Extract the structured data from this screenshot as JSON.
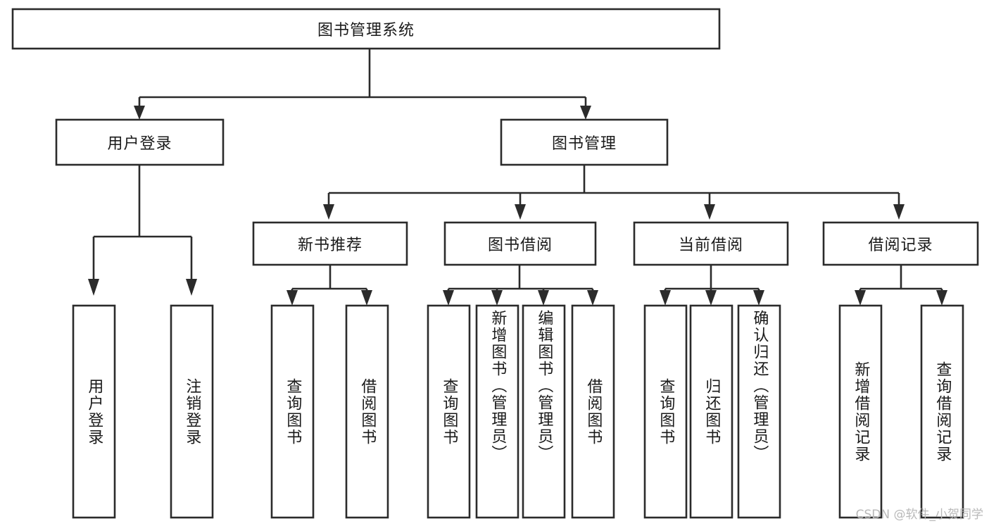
{
  "diagram": {
    "title": "图书管理系统",
    "type": "hierarchy-tree",
    "watermark": "CSDN @软件_小贺同学",
    "colors": {
      "stroke": "#2b2b2b",
      "box_fill": "#ffffff",
      "text": "#1a1a1a",
      "background": "#ffffff",
      "watermark": "#b9b9b9"
    },
    "nodes": {
      "root": {
        "label": "图书管理系统",
        "level": 1,
        "orientation": "horizontal"
      },
      "l2": [
        {
          "id": "user-login",
          "label": "用户登录",
          "level": 2,
          "orientation": "horizontal"
        },
        {
          "id": "book-manage",
          "label": "图书管理",
          "level": 2,
          "orientation": "horizontal"
        }
      ],
      "l3": [
        {
          "id": "new-book-rec",
          "label": "新书推荐",
          "level": 3,
          "orientation": "horizontal"
        },
        {
          "id": "book-borrow",
          "label": "图书借阅",
          "level": 3,
          "orientation": "horizontal"
        },
        {
          "id": "current-borrow",
          "label": "当前借阅",
          "level": 3,
          "orientation": "horizontal"
        },
        {
          "id": "borrow-record",
          "label": "借阅记录",
          "level": 3,
          "orientation": "horizontal"
        }
      ],
      "leaves": [
        {
          "id": "leaf-user-login",
          "label": "用户登录",
          "parent": "user-login",
          "orientation": "vertical"
        },
        {
          "id": "leaf-logout",
          "label": "注销登录",
          "parent": "user-login",
          "orientation": "vertical"
        },
        {
          "id": "leaf-query-book-1",
          "label": "查询图书",
          "parent": "new-book-rec",
          "orientation": "vertical"
        },
        {
          "id": "leaf-borrow-book-1",
          "label": "借阅图书",
          "parent": "new-book-rec",
          "orientation": "vertical"
        },
        {
          "id": "leaf-query-book-2",
          "label": "查询图书",
          "parent": "book-borrow",
          "orientation": "vertical"
        },
        {
          "id": "leaf-add-book",
          "label": "新增图书（管理员）",
          "parent": "book-borrow",
          "orientation": "vertical"
        },
        {
          "id": "leaf-edit-book",
          "label": "编辑图书（管理员）",
          "parent": "book-borrow",
          "orientation": "vertical"
        },
        {
          "id": "leaf-borrow-book-2",
          "label": "借阅图书",
          "parent": "book-borrow",
          "orientation": "vertical"
        },
        {
          "id": "leaf-query-book-3",
          "label": "查询图书",
          "parent": "current-borrow",
          "orientation": "vertical"
        },
        {
          "id": "leaf-return-book",
          "label": "归还图书",
          "parent": "current-borrow",
          "orientation": "vertical"
        },
        {
          "id": "leaf-confirm-return",
          "label": "确认归还（管理员）",
          "parent": "current-borrow",
          "orientation": "vertical"
        },
        {
          "id": "leaf-add-record",
          "label": "新增借阅记录",
          "parent": "borrow-record",
          "orientation": "vertical"
        },
        {
          "id": "leaf-query-record",
          "label": "查询借阅记录",
          "parent": "borrow-record",
          "orientation": "vertical"
        }
      ]
    }
  }
}
